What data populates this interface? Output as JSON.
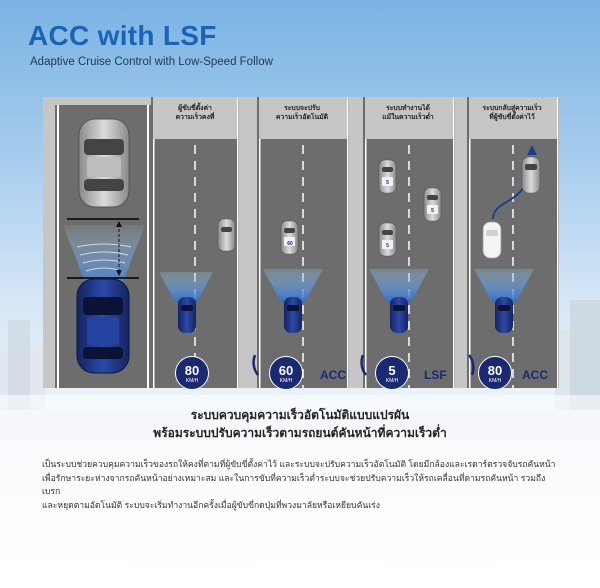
{
  "header": {
    "title": "ACC with LSF",
    "subtitle": "Adaptive Cruise Control with Low-Speed Follow"
  },
  "scenes": [
    {
      "label_line1": "ผู้ขับขี่ตั้งค่า",
      "label_line2": "ความเร็วคงที่",
      "speed": "80",
      "unit": "KM/H",
      "mode": ""
    },
    {
      "label_line1": "ระบบจะปรับ",
      "label_line2": "ความเร็วอัตโนมัติ",
      "speed": "60",
      "unit": "KM/H",
      "mode": "ACC"
    },
    {
      "label_line1": "ระบบทำงานได้",
      "label_line2": "แม้ในความเร็วต่ำ",
      "speed": "5",
      "unit": "KM/H",
      "mode": "LSF"
    },
    {
      "label_line1": "ระบบกลับสู่ความเร็ว",
      "label_line2": "ที่ผู้ขับขี่ตั้งค่าไว้",
      "speed": "80",
      "unit": "KM/H",
      "mode": "ACC"
    }
  ],
  "lead_car_badges": {
    "scene2": "60",
    "scene3_top": "5",
    "scene3_mid": "5",
    "scene3_right": "5"
  },
  "summary": {
    "line1": "ระบบควบคุมความเร็วอัตโนมัติแบบแปรผัน",
    "line2": "พร้อมระบบปรับความเร็วตามรถยนต์คันหน้าที่ความเร็วต่ำ"
  },
  "description": {
    "line1": "เป็นระบบช่วยควบคุมความเร็วของรถให้คงที่ตามที่ผู้ขับขี่ตั้งค่าไว้ และระบบจะปรับความเร็วอัตโนมัติ โดยมีกล้องและเรดาร์ตรวจจับรถคันหน้า",
    "line2": "เพื่อรักษาระยะห่างจากรถคันหน้าอย่างเหมาะสม และในการขับที่ความเร็วต่ำระบบจะช่วยปรับความเร็วให้รถเคลื่อนที่ตามรถคันหน้า รวมถึงเบรก",
    "line3": "และหยุดตามอัตโนมัติ ระบบจะเริ่มทำงานอีกครั้งเมื่อผู้ขับขี่กดปุ่มที่พวงมาลัยหรือเหยียบคันเร่ง"
  },
  "colors": {
    "title": "#1b63b5",
    "car_blue": "#1a2a72",
    "road": "#6e6e6e",
    "panel": "#c6c6c6"
  }
}
